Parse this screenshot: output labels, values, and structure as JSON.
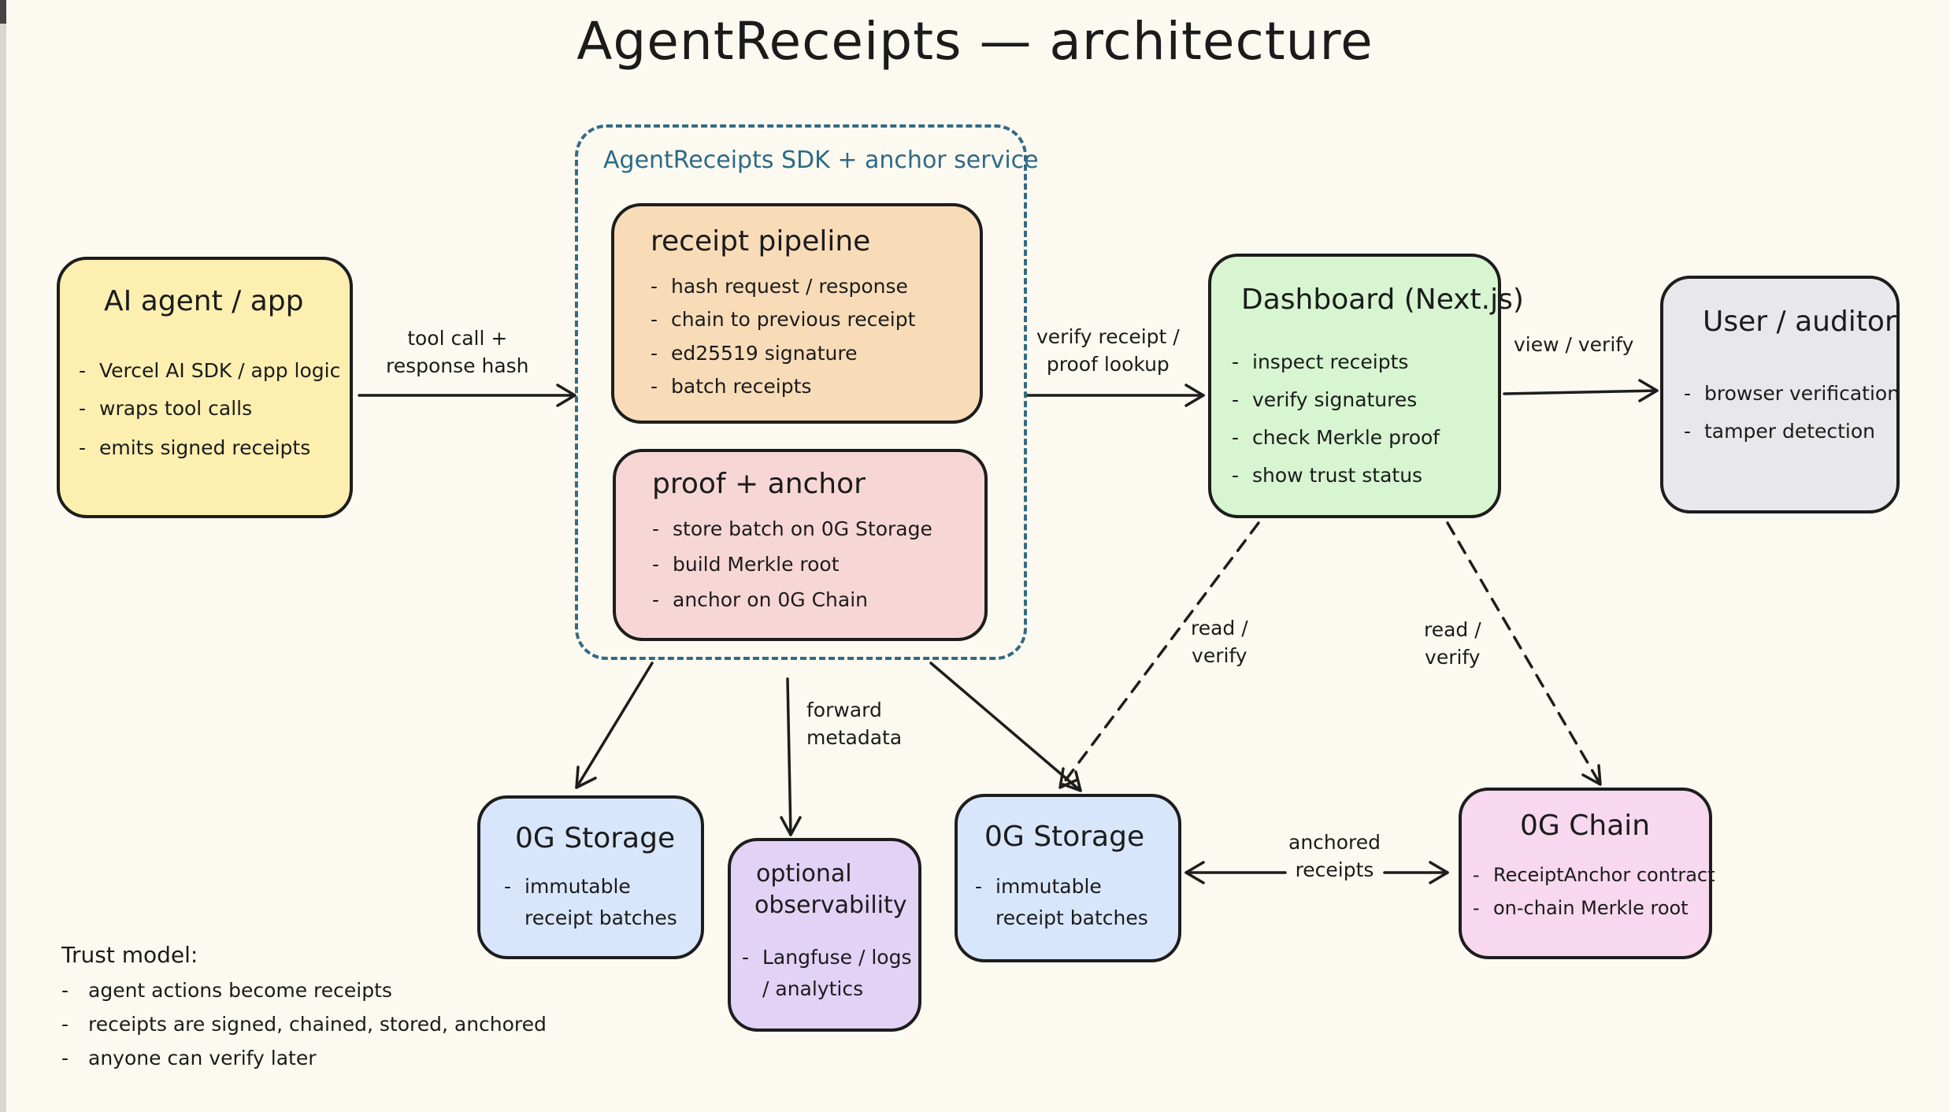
{
  "title": "AgentReceipts — architecture",
  "group": {
    "title": "AgentReceipts SDK + anchor service"
  },
  "agent": {
    "title": "AI agent / app",
    "items": [
      "Vercel AI SDK / app logic",
      "wraps tool calls",
      "emits signed receipts"
    ],
    "color": "#fcefb0"
  },
  "pipeline": {
    "title": "receipt pipeline",
    "items": [
      "hash request / response",
      "chain to previous receipt",
      "ed25519 signature",
      "batch receipts"
    ],
    "color": "#f8dcb8"
  },
  "proof": {
    "title": "proof + anchor",
    "items": [
      "store batch on 0G Storage",
      "build Merkle root",
      "anchor on 0G Chain"
    ],
    "color": "#f7d7d6"
  },
  "dashboard": {
    "title": "Dashboard (Next.js)",
    "items": [
      "inspect receipts",
      "verify signatures",
      "check Merkle proof",
      "show trust status"
    ],
    "color": "#d6f5d0"
  },
  "user": {
    "title": "User / auditor",
    "items": [
      "browser verification",
      "tamper detection"
    ],
    "color": "#e8e8ec"
  },
  "storage1": {
    "title": "0G Storage",
    "items": [
      "immutable",
      "receipt batches"
    ],
    "color": "#d8e6fb"
  },
  "observability": {
    "title_line1": "optional",
    "title_line2": "observability",
    "items": [
      "Langfuse / logs",
      "/ analytics"
    ],
    "color": "#e2d2f6"
  },
  "storage2": {
    "title": "0G Storage",
    "items": [
      "immutable",
      "receipt batches"
    ],
    "color": "#d8e6fb"
  },
  "chain": {
    "title": "0G Chain",
    "items": [
      "ReceiptAnchor contract",
      "on-chain Merkle root"
    ],
    "color": "#f7d8ee"
  },
  "edges": {
    "tool_call": [
      "tool call +",
      "response hash"
    ],
    "verify_receipt": [
      "verify receipt /",
      "proof lookup"
    ],
    "view_verify": "view / verify",
    "read_verify_1": [
      "read /",
      "verify"
    ],
    "read_verify_2": [
      "read /",
      "verify"
    ],
    "forward_metadata": [
      "forward",
      "metadata"
    ],
    "anchored_receipts": [
      "anchored",
      "receipts"
    ]
  },
  "trust_model": {
    "heading": "Trust model:",
    "items": [
      "agent actions become receipts",
      "receipts are signed, chained, stored, anchored",
      "anyone can verify later"
    ]
  },
  "colors": {
    "group_border": "#336a84",
    "stroke": "#1d1d1d",
    "background": "#fcfaf0"
  }
}
